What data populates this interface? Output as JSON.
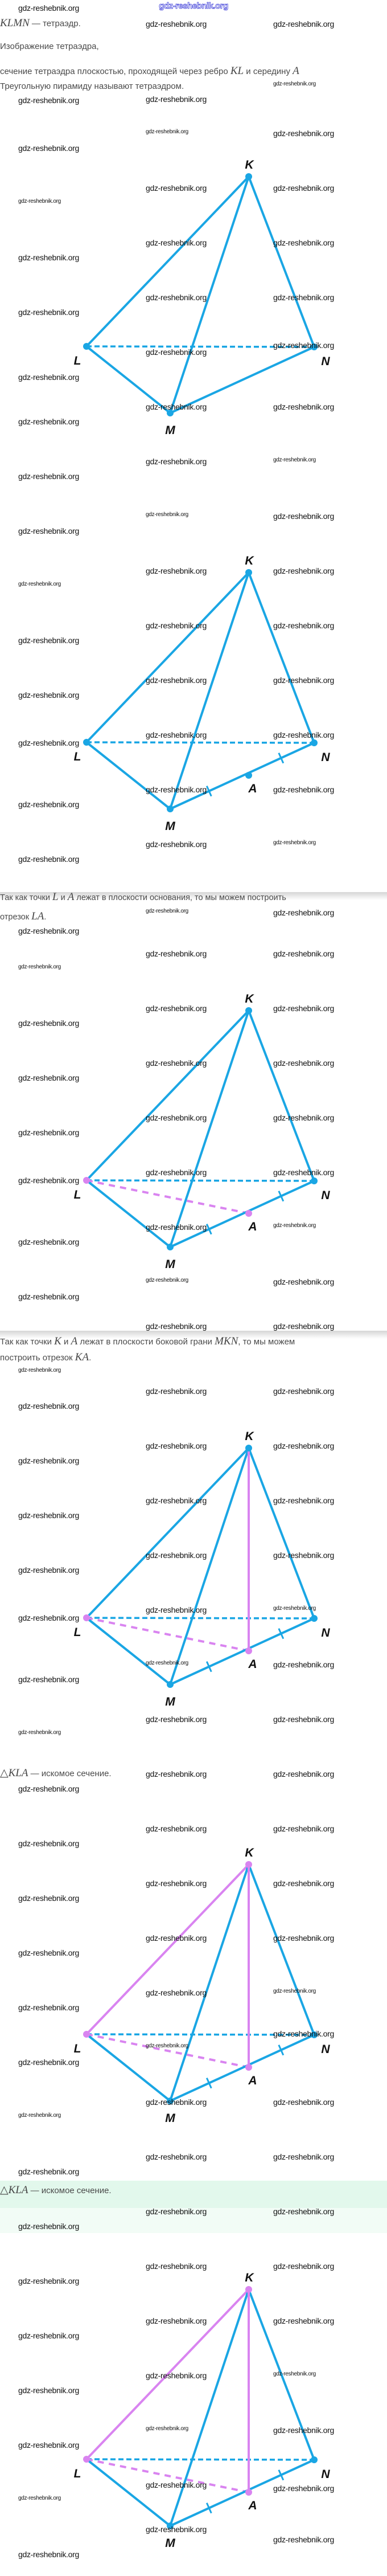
{
  "header": {
    "site": "gdz-reshebnik.org"
  },
  "watermark": "gdz-reshebnik.org",
  "intro": {
    "line1_math": "KLMN",
    "line1_text": " — тетраэдр.",
    "line2": "Изображение тетраэдра,",
    "line3_text": "сечение тетраэдра плоскостью, проходящей через ребро ",
    "line3_math1": "KL",
    "line3_text2": " и середину ",
    "line3_math2": "A",
    "line4": "Треугольную пирамиду называют тетраэдром."
  },
  "step2": {
    "t1": "Так как точки ",
    "m1": "L",
    "t2": " и ",
    "m2": "A",
    "t3": " лежат в плоскости основания, то мы можем построить",
    "t4": "отрезок ",
    "m3": "LA",
    "t5": "."
  },
  "step3": {
    "t1": "Так как точки ",
    "m1": "K",
    "t2": " и ",
    "m2": "A",
    "t3": " лежат в плоскости боковой грани ",
    "m3": "MKN",
    "t4": ", то мы можем",
    "t5": "построить отрезок ",
    "m4": "KA",
    "t6": "."
  },
  "step4": {
    "m1": "△KLA",
    "t1": " — искомое сечение."
  },
  "answer": {
    "m1": "△KLA",
    "t1": " — искомое сечение."
  },
  "labels": {
    "K": "K",
    "L": "L",
    "M": "M",
    "N": "N",
    "A": "A"
  },
  "colors": {
    "edge": "#1aa6e4",
    "section": "#d984f0",
    "answer_bg": "#e2f8ec"
  },
  "diagrams": [
    {
      "show_A": false,
      "LA": false,
      "KA": false,
      "KL_section": false
    },
    {
      "show_A": true,
      "LA": false,
      "KA": false,
      "KL_section": false
    },
    {
      "show_A": true,
      "LA": true,
      "KA": false,
      "KL_section": false
    },
    {
      "show_A": true,
      "LA": true,
      "KA": true,
      "KL_section": false
    },
    {
      "show_A": true,
      "LA": true,
      "KA": true,
      "KL_section": true
    },
    {
      "show_A": true,
      "LA": true,
      "KA": true,
      "KL_section": true
    }
  ]
}
